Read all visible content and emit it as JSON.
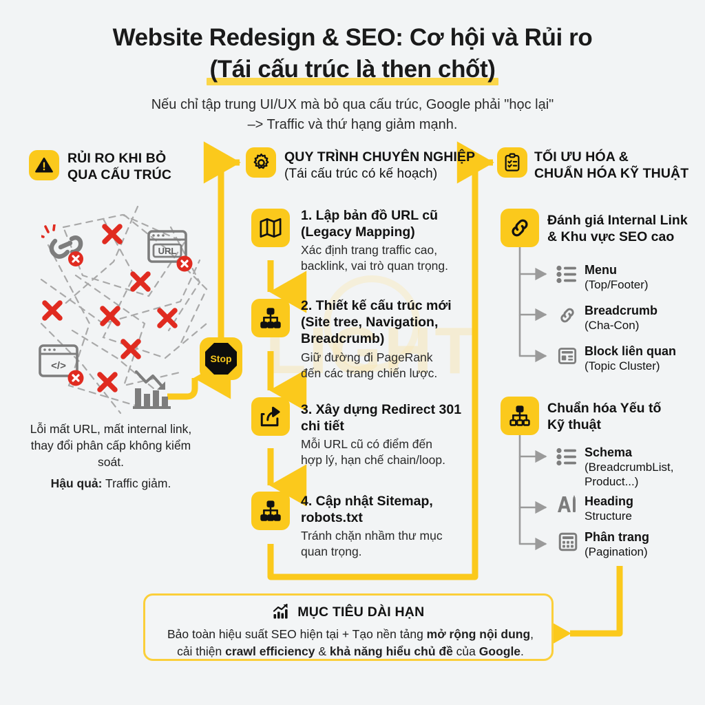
{
  "header": {
    "title_line1": "Website Redesign & SEO: Cơ hội và Rủi ro",
    "title_line2": "(Tái cấu trúc là then chốt)",
    "subtitle_line1": "Nếu chỉ tập trung UI/UX mà bỏ qua cấu trúc, Google phải \"học lại\"",
    "subtitle_line2": "–> Traffic và thứ hạng giảm mạnh."
  },
  "watermark": {
    "text": "LIGHT"
  },
  "colors": {
    "accent_yellow": "#fbc91c",
    "highlight_yellow": "#fbd64a",
    "connector_yellow": "#fbc91c",
    "background": "#f2f4f5",
    "text_dark": "#121212",
    "gray_icon": "#7d7d7d",
    "red_x": "#e02b20"
  },
  "left_column": {
    "icon": "warning-triangle-icon",
    "heading_line1": "RỦI RO KHI BỎ",
    "heading_line2": "QUA CẤU TRÚC",
    "illustration": {
      "icons": [
        "broken-link-icon",
        "url-browser-window-icon",
        "code-browser-window-icon",
        "declining-bar-chart-icon"
      ],
      "label_url": "URL",
      "label_code": "</>",
      "x_mark_count": 8
    },
    "caption": "Lỗi mất URL, mất internal link, thay đổi phân cấp không kiểm soát.",
    "consequence_label": "Hậu quả:",
    "consequence_value": "Traffic giảm."
  },
  "stop_node": {
    "icon": "stop-sign-icon",
    "label": "Stop"
  },
  "middle_column": {
    "icon": "gear-icon",
    "heading": "QUY TRÌNH CHUYÊN NGHIỆP",
    "subheading": "(Tái cấu trúc có kế hoạch)",
    "steps": [
      {
        "icon": "map-icon",
        "title_line1": "1. Lập bản đồ URL cũ",
        "title_line2": "(Legacy Mapping)",
        "desc_line1": "Xác định trang traffic cao,",
        "desc_line2": "backlink, vai trò quan trọng."
      },
      {
        "icon": "sitemap-tree-icon",
        "title_line1": "2. Thiết kế cấu trúc mới",
        "title_line2": "(Site tree, Navigation,",
        "title_line3": "Breadcrumb)",
        "desc_line1": "Giữ đường đi PageRank",
        "desc_line2": "đến các trang chiến lược."
      },
      {
        "icon": "redirect-share-icon",
        "title_line1": "3. Xây dựng Redirect 301",
        "title_line2": "chi tiết",
        "desc_line1": "Mỗi URL cũ có điểm đến",
        "desc_line2": "hợp lý, hạn chế chain/loop."
      },
      {
        "icon": "sitemap-tree-icon",
        "title_line1": "4. Cập nhật Sitemap,",
        "title_line2": "robots.txt",
        "desc_line1": "Tránh chặn nhầm thư mục",
        "desc_line2": "quan trọng."
      }
    ]
  },
  "right_column": {
    "icon": "clipboard-check-icon",
    "heading_line1": "TỐI ƯU HÓA &",
    "heading_line2": "CHUẨN HÓA KỸ THUẬT",
    "groups": [
      {
        "icon": "link-chain-icon",
        "title_line1": "Đánh giá Internal Link",
        "title_line2": "& Khu vực SEO cao",
        "items": [
          {
            "icon": "bullet-list-icon",
            "label": "Menu",
            "sub": "(Top/Footer)"
          },
          {
            "icon": "breadcrumb-chain-icon",
            "label": "Breadcrumb",
            "sub": "(Cha-Con)"
          },
          {
            "icon": "content-block-icon",
            "label": "Block liên quan",
            "sub": "(Topic Cluster)"
          }
        ]
      },
      {
        "icon": "sitemap-tree-icon",
        "title_line1": "Chuẩn hóa Yếu tố",
        "title_line2": "Kỹ thuật",
        "items": [
          {
            "icon": "bullet-list-icon",
            "label": "Schema",
            "sub": "(BreadcrumbList,",
            "sub2": "Product...)"
          },
          {
            "icon": "heading-text-icon",
            "label": "Heading",
            "sub": "Structure"
          },
          {
            "icon": "pagination-grid-icon",
            "label": "Phân trang",
            "sub": "(Pagination)"
          }
        ]
      }
    ]
  },
  "goal_box": {
    "icon": "growth-chart-icon",
    "heading": "MỤC TIÊU DÀI HẠN",
    "line1_a": "Bảo toàn hiệu suất SEO hiện tại + Tạo nền tảng ",
    "line1_b": "mở rộng nội dung",
    "line1_c": ",",
    "line2_a": "cải thiện ",
    "line2_b": "crawl efficiency",
    "line2_c": " & ",
    "line2_d": "khả năng hiểu chủ đề",
    "line2_e": " của ",
    "line2_f": "Google",
    "line2_g": "."
  }
}
